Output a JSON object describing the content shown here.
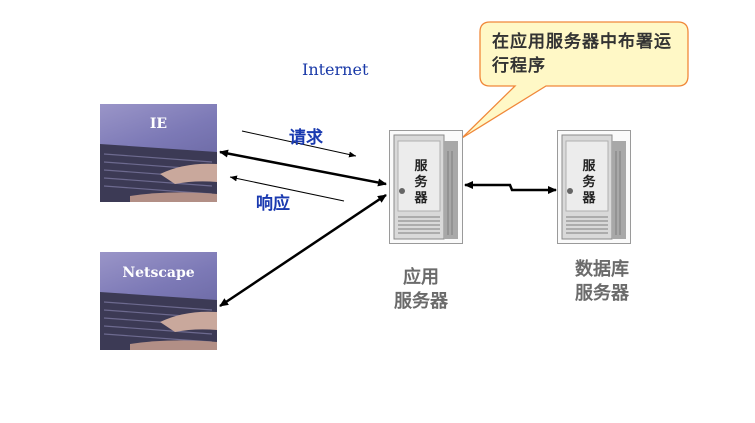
{
  "title": "Internet",
  "callout": {
    "text": "在应用服务器中布署运行程序"
  },
  "flows": {
    "request": "请求",
    "response": "响应"
  },
  "clients": [
    {
      "label": "IE"
    },
    {
      "label": "Netscape"
    }
  ],
  "app_server": {
    "tag": [
      "服",
      "务",
      "器"
    ],
    "caption": [
      "应用",
      "服务器"
    ]
  },
  "db_server": {
    "tag": [
      "服",
      "务",
      "器"
    ],
    "caption": [
      "数据库",
      "服务器"
    ]
  },
  "colors": {
    "label_blue": "#1a3ab0",
    "callout_fill": "#fff8c6",
    "callout_border": "#f0883a",
    "caption_gray": "#6b6b6b"
  }
}
